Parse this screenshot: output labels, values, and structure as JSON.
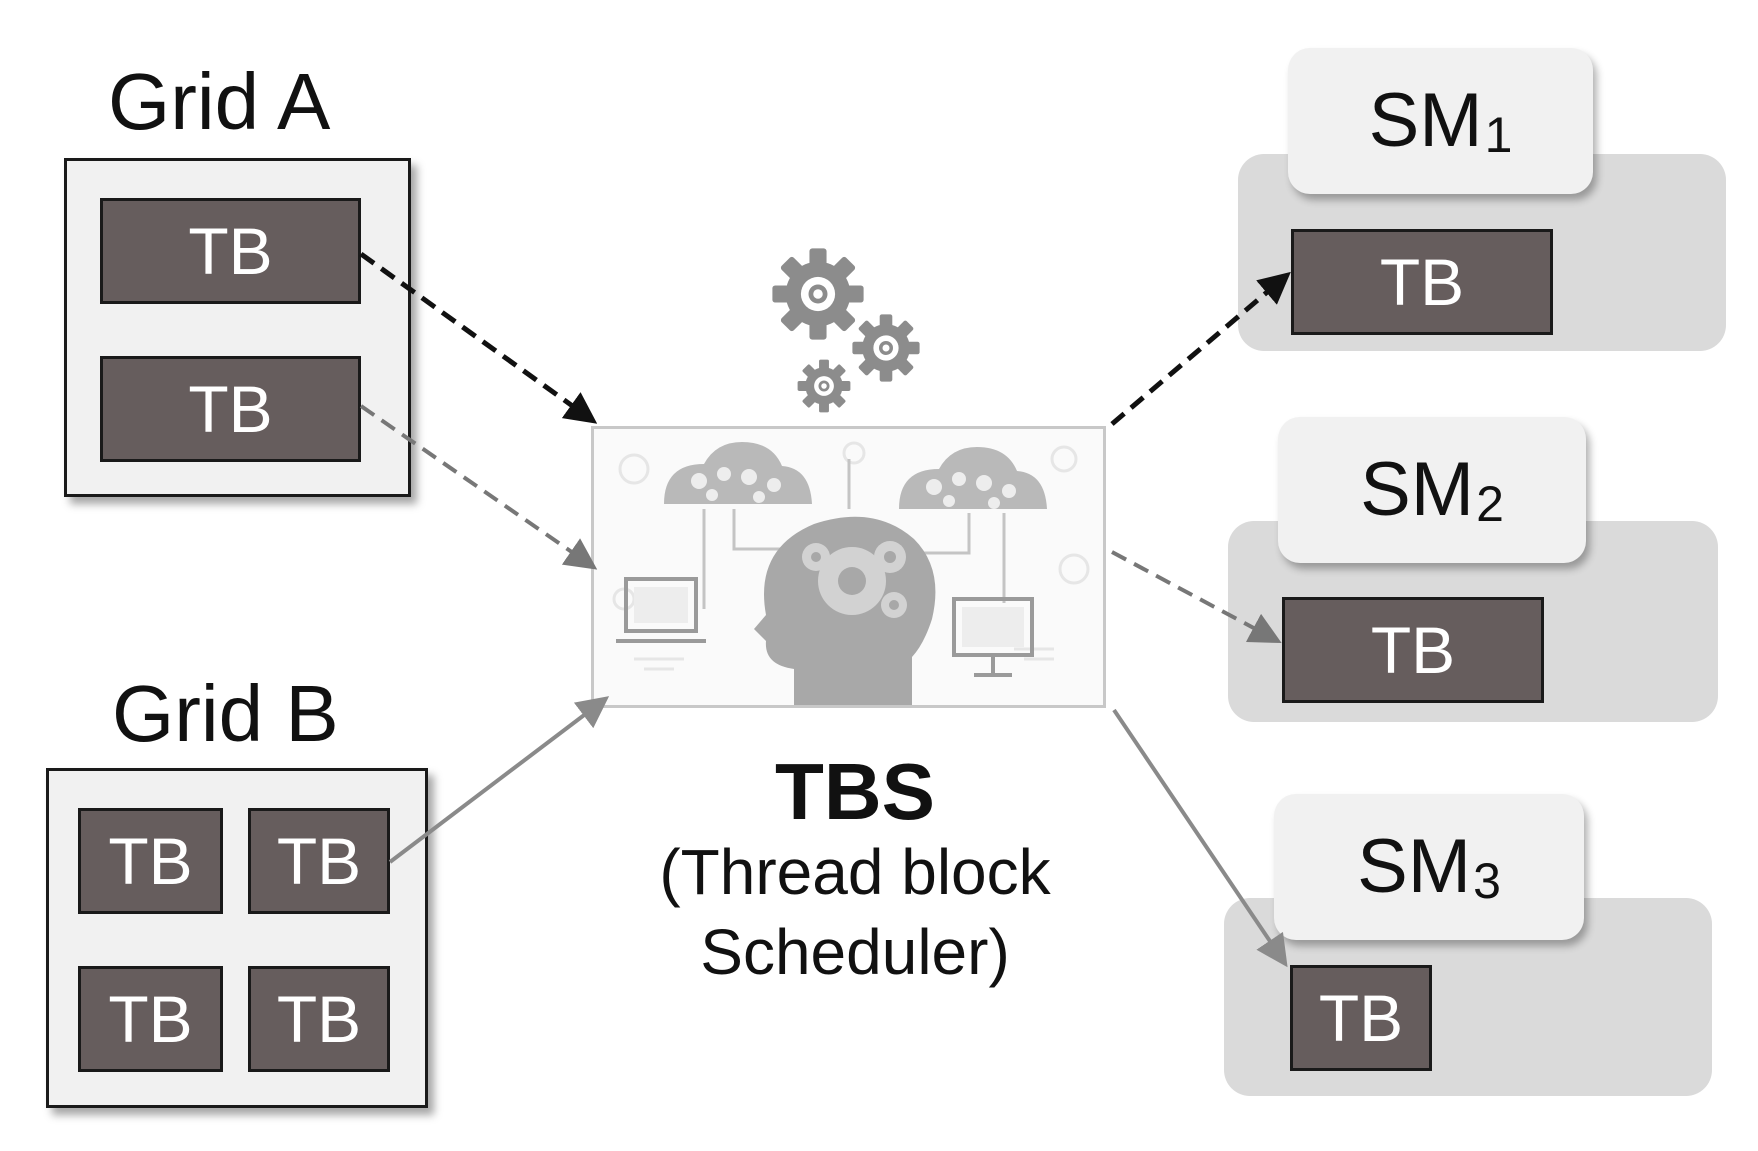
{
  "grid_a": {
    "title": "Grid A",
    "blocks": [
      "TB",
      "TB"
    ]
  },
  "grid_b": {
    "title": "Grid B",
    "blocks": [
      "TB",
      "TB",
      "TB",
      "TB"
    ]
  },
  "scheduler": {
    "title": "TBS",
    "subtitle_line1": "(Thread block",
    "subtitle_line2": "Scheduler)",
    "icon": "brain-gears-icon"
  },
  "sms": [
    {
      "name": "SM",
      "index": "1",
      "block": "TB"
    },
    {
      "name": "SM",
      "index": "2",
      "block": "TB"
    },
    {
      "name": "SM",
      "index": "3",
      "block": "TB"
    }
  ],
  "colors": {
    "tb_fill": "#665d5d",
    "grid_fill": "#f1f1f1",
    "sm_panel": "#dadada",
    "arrow_dark": "#111111",
    "arrow_mid": "#777777",
    "arrow_light": "#8a8a8a"
  }
}
